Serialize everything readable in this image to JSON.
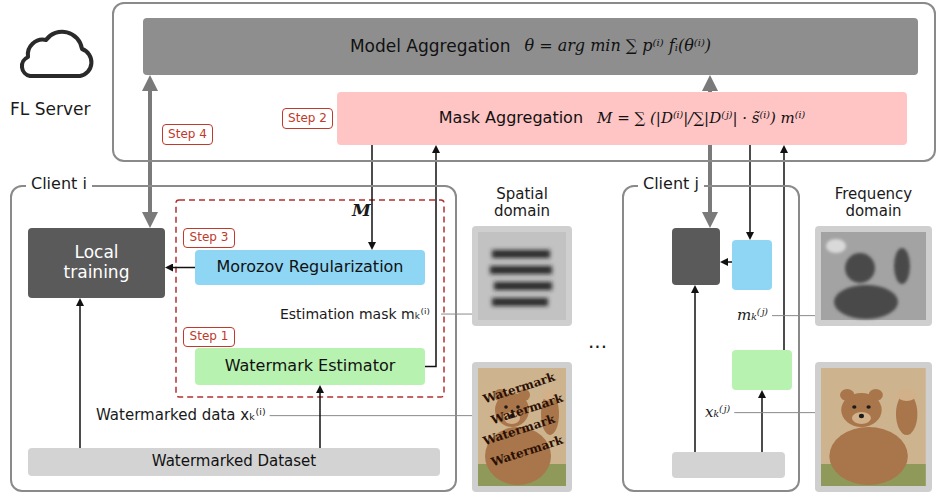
{
  "diagram": {
    "nodes": [
      {
        "text": [
          "FL Server"
        ]
      },
      {
        "text": [
          "Model Aggregation",
          "θ = arg min ∑ p⁽ⁱ⁾ fᵢ(θ⁽ⁱ⁾)"
        ],
        "in": 0
      },
      {
        "text": [
          "Step 4"
        ],
        "in": 0
      },
      {
        "text": [
          "Step 2"
        ],
        "in": 0
      },
      {
        "text": [
          "Mask Aggregation",
          "M = ∑ (|D⁽ⁱ⁾|/∑|D⁽ʲ⁾| · s̃⁽ⁱ⁾) m⁽ⁱ⁾"
        ],
        "in": 0
      },
      {
        "text": [
          "Client i"
        ]
      },
      {
        "text": [
          "Local training"
        ],
        "in": 5
      },
      {
        "text": [
          "Step 3"
        ],
        "in": 5
      },
      {
        "text": [
          "Morozov Regularization"
        ],
        "in": 5
      },
      {
        "text": [
          "Step 1"
        ],
        "in": 5
      },
      {
        "text": [
          "Watermark Estimator"
        ],
        "in": 5
      },
      {
        "text": [
          "Watermarked Dataset"
        ],
        "in": 5
      },
      {
        "text": [
          "Client j"
        ]
      }
    ],
    "edges": [
      {
        "from": 1,
        "to": 6,
        "arrow": "both"
      },
      {
        "from": 4,
        "to": 8,
        "arrow": "to"
      },
      {
        "from": 10,
        "to": 4,
        "arrow": "to"
      },
      {
        "from": 8,
        "to": 6,
        "arrow": "to"
      },
      {
        "from": 11,
        "to": 6,
        "arrow": "to"
      },
      {
        "from": 11,
        "to": 10,
        "arrow": "to"
      }
    ],
    "labels": [
      "M",
      "Spatial domain",
      "Frequency domain",
      "Estimation mask mₖ⁽ⁱ⁾",
      "mₖ⁽ʲ⁾",
      "...",
      "Watermarked data xₖ⁽ⁱ⁾",
      "xₖ⁽ʲ⁾",
      "Watermark",
      "Watermark",
      "Watermark",
      "Watermark"
    ]
  }
}
